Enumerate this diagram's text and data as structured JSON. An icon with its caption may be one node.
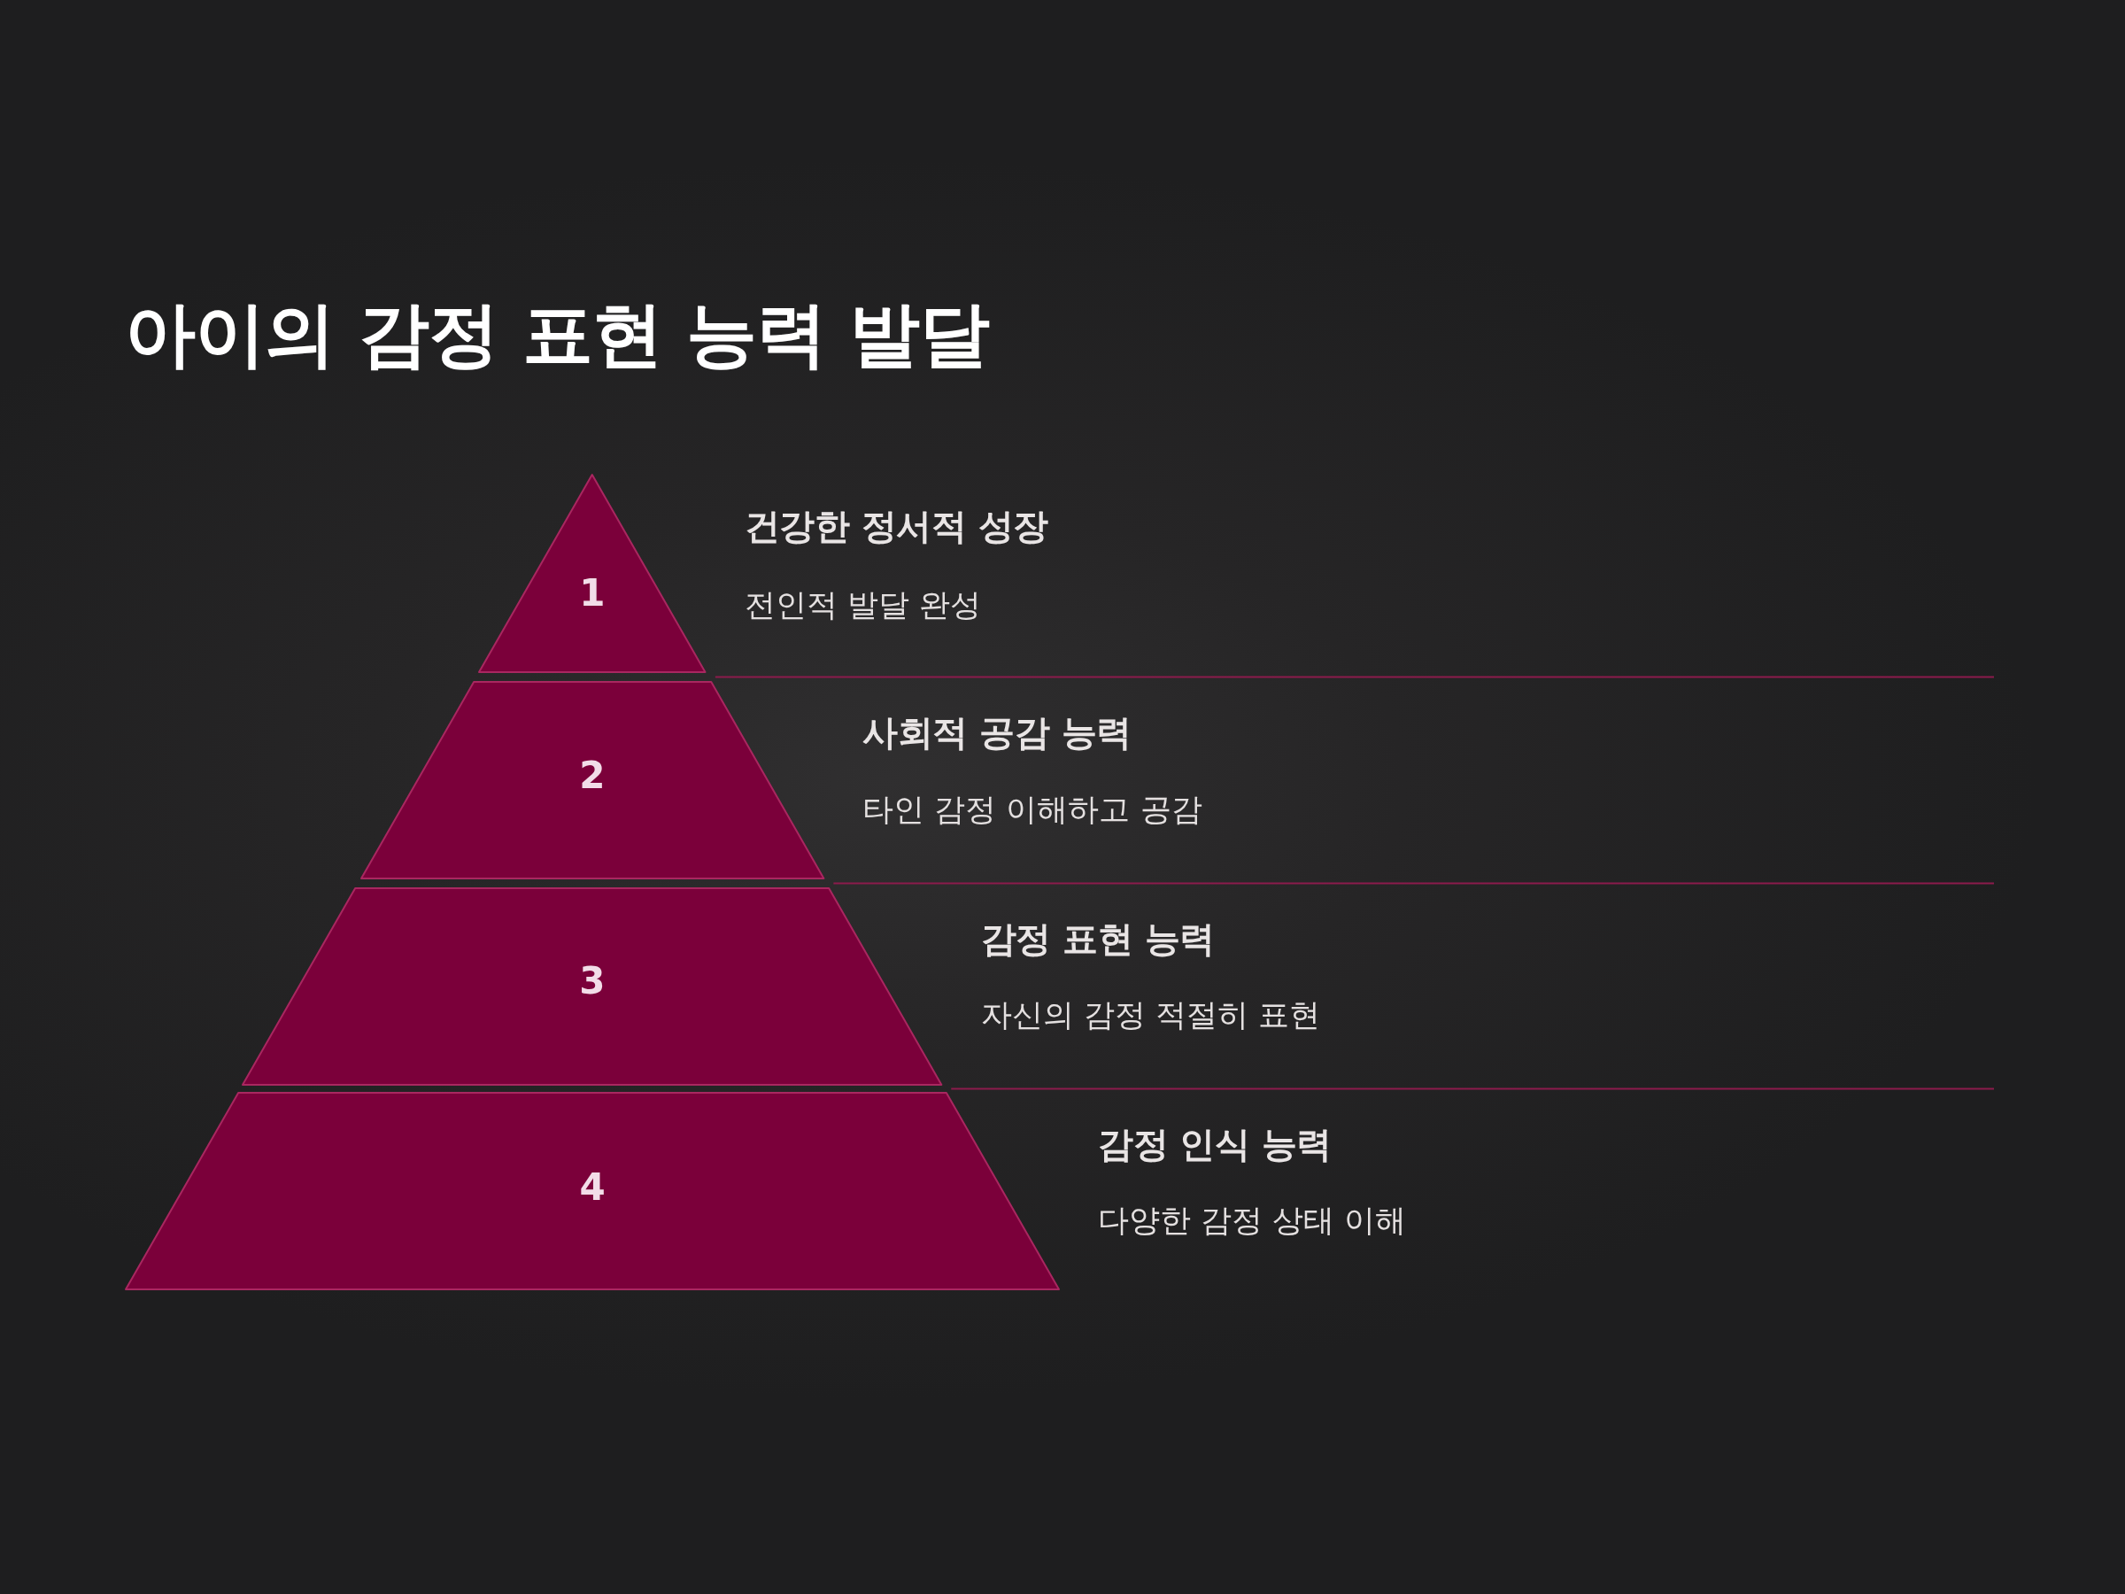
{
  "diagram": {
    "title": "아이의 감정 표현 능력 발달",
    "nodes": [
      {
        "text": [
          "1"
        ],
        "beside": [
          "건강한 정서적 성장",
          "전인적 발달 완성"
        ]
      },
      {
        "text": [
          "2"
        ],
        "beside": [
          "사회적 공감 능력",
          "타인 감정 이해하고 공감"
        ]
      },
      {
        "text": [
          "3"
        ],
        "beside": [
          "감정 표현 능력",
          "자신의 감정 적절히 표현"
        ]
      },
      {
        "text": [
          "4"
        ],
        "beside": [
          "감정 인식 능력",
          "다양한 감정 상태 이해"
        ]
      }
    ]
  }
}
